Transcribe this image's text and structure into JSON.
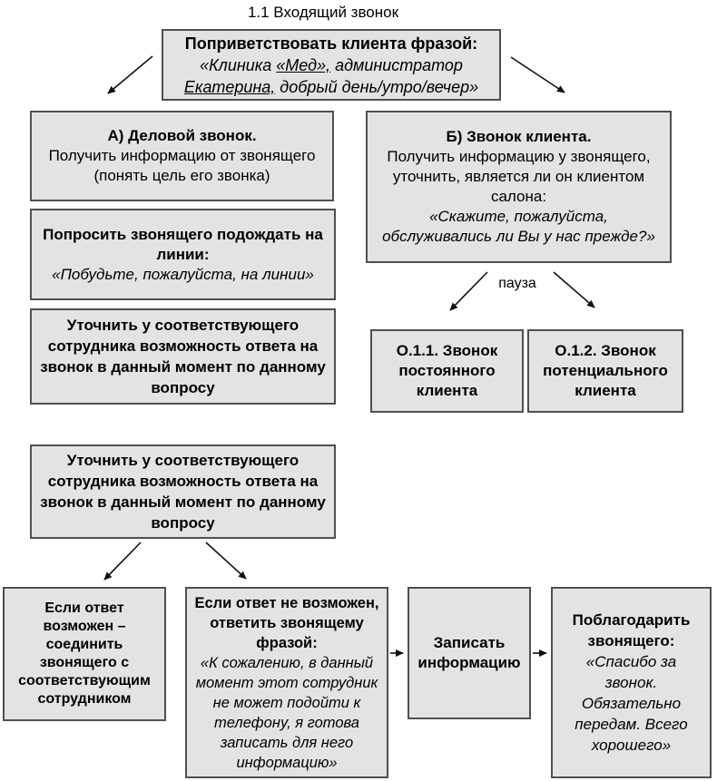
{
  "page": {
    "title": "1.1 Входящий звонок"
  },
  "style": {
    "background": "#ffffff",
    "box_fill": "#e3e3e3",
    "box_border": "#4f4f4f",
    "text_color": "#000000",
    "arrow_color": "#111111"
  },
  "nodes": {
    "greeting": {
      "title": "Поприветствовать клиента фразой:",
      "quote1_pre": "«Клиника ",
      "quote1_underlined": "«Мед»,",
      "quote1_post": " администратор",
      "quote2_underlined": "Екатерина,",
      "quote2_post": " добрый день/утро/вечер»"
    },
    "business_call": {
      "title": "А) Деловой звонок.",
      "body": "Получить информацию от звонящего (понять цель его звонка)"
    },
    "hold_line": {
      "title": "Попросить звонящего подождать на линии:",
      "quote": "«Побудьте, пожалуйста, на линии»"
    },
    "check_availability_1": {
      "body": "Уточнить у соответствующего сотрудника возможность ответа на звонок в данный момент по данному вопросу"
    },
    "client_call": {
      "title": "Б) Звонок клиента.",
      "body": "Получить информацию у звонящего, уточнить, является ли он клиентом салона:",
      "quote": "«Скажите, пожалуйста, обслуживались ли Вы у нас прежде?»"
    },
    "pause_label": "пауза",
    "regular_client": {
      "title": "О.1.1. Звонок постоянного клиента"
    },
    "potential_client": {
      "title": "О.1.2. Звонок потенциального клиента"
    },
    "check_availability_2": {
      "body": "Уточнить у соответствующего сотрудника возможность ответа на звонок в данный момент по данному вопросу"
    },
    "connect_caller": {
      "body": "Если ответ возможен – соединить звонящего с соответствующим сотрудником"
    },
    "answer_not_possible": {
      "title": "Если ответ не возможен, ответить звонящему фразой:",
      "quote": "«К сожалению, в данный момент этот сотрудник не может подойти к телефону, я готова записать для него информацию»"
    },
    "record_info": {
      "body": "Записать информацию"
    },
    "thank_caller": {
      "title": "Поблагодарить звонящего:",
      "quote": "«Спасибо за звонок. Обязательно передам. Всего хорошего»"
    }
  }
}
